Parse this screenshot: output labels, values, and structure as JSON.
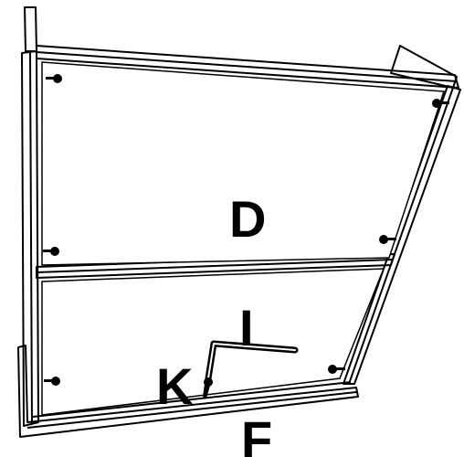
{
  "diagram": {
    "labels": {
      "D": "D",
      "I": "I",
      "K": "K",
      "F": "F"
    },
    "colors": {
      "line": "#000000",
      "fill": "#ffffff"
    }
  }
}
